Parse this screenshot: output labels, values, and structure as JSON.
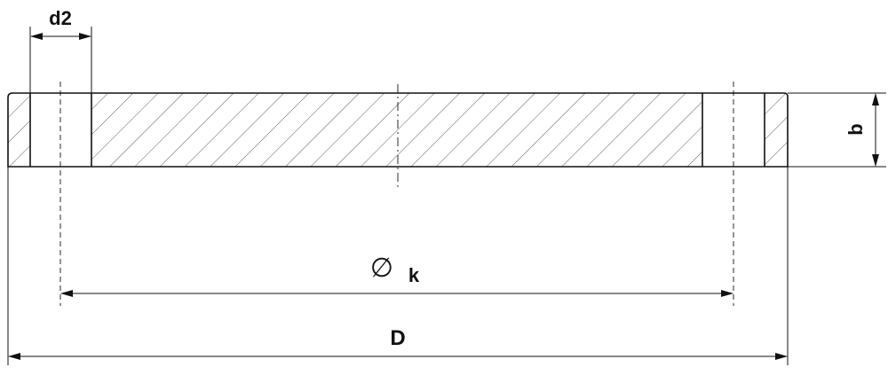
{
  "drawing": {
    "labels": {
      "d2": "d2",
      "b": "b",
      "k": "k",
      "D": "D",
      "diameter_symbol": "∅"
    }
  }
}
